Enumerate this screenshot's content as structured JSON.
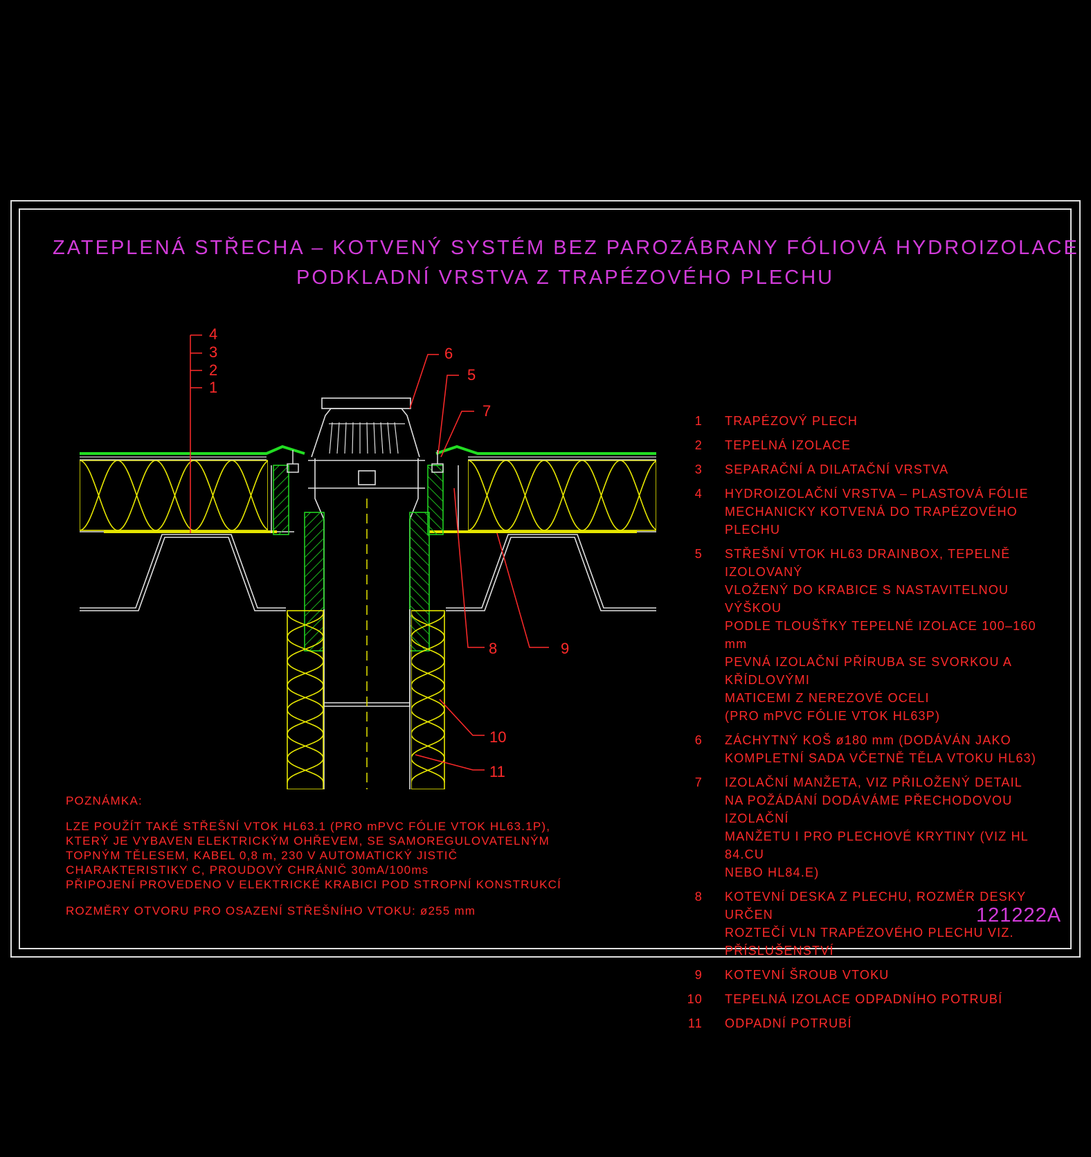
{
  "title": {
    "line1": "ZATEPLENÁ STŘECHA – KOTVENÝ SYSTÉM BEZ PAROZÁBRANY FÓLIOVÁ HYDROIZOLACE",
    "line2": "PODKLADNÍ VRSTVA Z TRAPÉZOVÉHO PLECHU"
  },
  "drawing_code": "121222A",
  "callouts": [
    "4",
    "3",
    "2",
    "1",
    "6",
    "5",
    "7",
    "8",
    "9",
    "10",
    "11"
  ],
  "legend": [
    {
      "num": "1",
      "text": "TRAPÉZOVÝ PLECH"
    },
    {
      "num": "2",
      "text": "TEPELNÁ IZOLACE"
    },
    {
      "num": "3",
      "text": "SEPARAČNÍ A DILATAČNÍ VRSTVA"
    },
    {
      "num": "4",
      "text": "HYDROIZOLAČNÍ VRSTVA – PLASTOVÁ FÓLIE\nMECHANICKY KOTVENÁ DO TRAPÉZOVÉHO PLECHU"
    },
    {
      "num": "5",
      "text": "STŘEŠNÍ VTOK HL63 DRAINBOX, TEPELNĚ IZOLOVANÝ\nVLOŽENÝ DO KRABICE S NASTAVITELNOU VÝŠKOU\nPODLE TLOUŠŤKY TEPELNÉ IZOLACE 100–160 mm\nPEVNÁ IZOLAČNÍ PŘÍRUBA SE SVORKOU A KŘÍDLOVÝMI\nMATICEMI Z NEREZOVÉ OCELI\n(PRO mPVC FÓLIE VTOK HL63P)"
    },
    {
      "num": "6",
      "text": "ZÁCHYTNÝ KOŠ ø180 mm (DODÁVÁN JAKO\nKOMPLETNÍ SADA VČETNĚ TĚLA VTOKU HL63)"
    },
    {
      "num": "7",
      "text": "IZOLAČNÍ MANŽETA, VIZ PŘILOŽENÝ DETAIL\nNA POŽÁDÁNÍ DODÁVÁME PŘECHODOVOU IZOLAČNÍ\nMANŽETU I PRO PLECHOVÉ KRYTINY (VIZ HL 84.CU\nNEBO HL84.E)"
    },
    {
      "num": "8",
      "text": "KOTEVNÍ DESKA Z PLECHU, ROZMĚR DESKY URČEN\nROZTEČÍ VLN TRAPÉZOVÉHO PLECHU VIZ. PŘÍSLUŠENSTVÍ"
    },
    {
      "num": "9",
      "text": "KOTEVNÍ ŠROUB VTOKU"
    },
    {
      "num": "10",
      "text": "TEPELNÁ IZOLACE ODPADNÍHO POTRUBÍ"
    },
    {
      "num": "11",
      "text": "ODPADNÍ POTRUBÍ"
    }
  ],
  "note": {
    "heading": "POZNÁMKA:",
    "lines": [
      "LZE POUŽÍT TAKÉ STŘEŠNÍ VTOK HL63.1 (PRO mPVC FÓLIE VTOK HL63.1P),",
      "KTERÝ JE VYBAVEN ELEKTRICKÝM OHŘEVEM, SE SAMOREGULOVATELNÝM",
      "TOPNÝM TĚLESEM, KABEL 0,8 m, 230 V AUTOMATICKÝ JISTIČ",
      "CHARAKTERISTIKY C, PROUDOVÝ CHRÁNIČ 30mA/100ms",
      "PŘIPOJENÍ PROVEDENO V ELEKTRICKÉ KRABICI POD STROPNÍ KONSTRUKCÍ"
    ],
    "last": "ROZMĚRY OTVORU PRO OSAZENÍ STŘEŠNÍHO VTOKU: ø255 mm"
  },
  "colors": {
    "title": "#d13bd9",
    "text": "#ff2a2a",
    "insulation": "#e6e600",
    "membrane": "#22dd22",
    "frame": "#e0e0e0"
  }
}
